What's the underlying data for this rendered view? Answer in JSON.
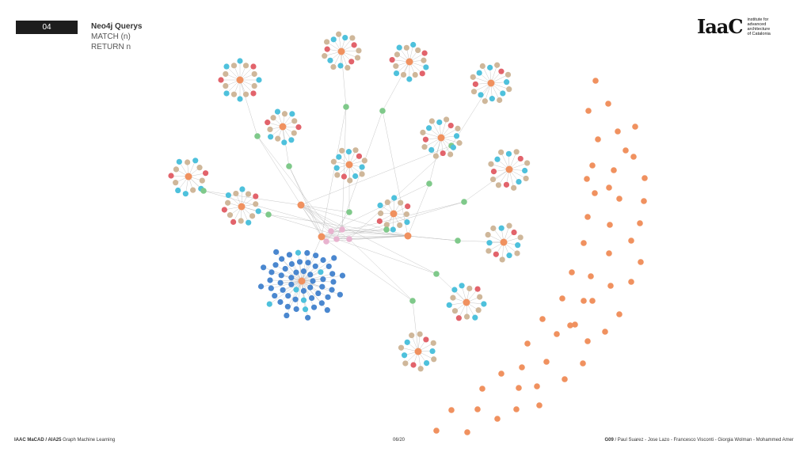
{
  "slide": {
    "number": "04"
  },
  "header": {
    "title": "Neo4j Querys",
    "query_lines": [
      "MATCH (n)",
      "RETURN n"
    ]
  },
  "logo": {
    "mark": "IaaC",
    "text_lines": [
      "institute for",
      "advanced",
      "architecture",
      "of Catalonia"
    ]
  },
  "footer": {
    "left_bold": "IAAC MaCAD / AIA25",
    "left_rest": " Graph Machine Learning",
    "page": "06/20",
    "right_bold": "G09",
    "right_rest": " / Paul Suarez - Jose Lazo - Francesco Visconti - Giorgia Wolman - Mohammed Amer"
  },
  "colors": {
    "hub": "#f0915f",
    "green_link": "#7fc98a",
    "pink": "#e8b3cf",
    "cyan": "#4ec1dc",
    "red": "#e2636b",
    "tan": "#cfb79a",
    "blue": "#4a87cf",
    "edge": "#b0b0b0"
  }
}
